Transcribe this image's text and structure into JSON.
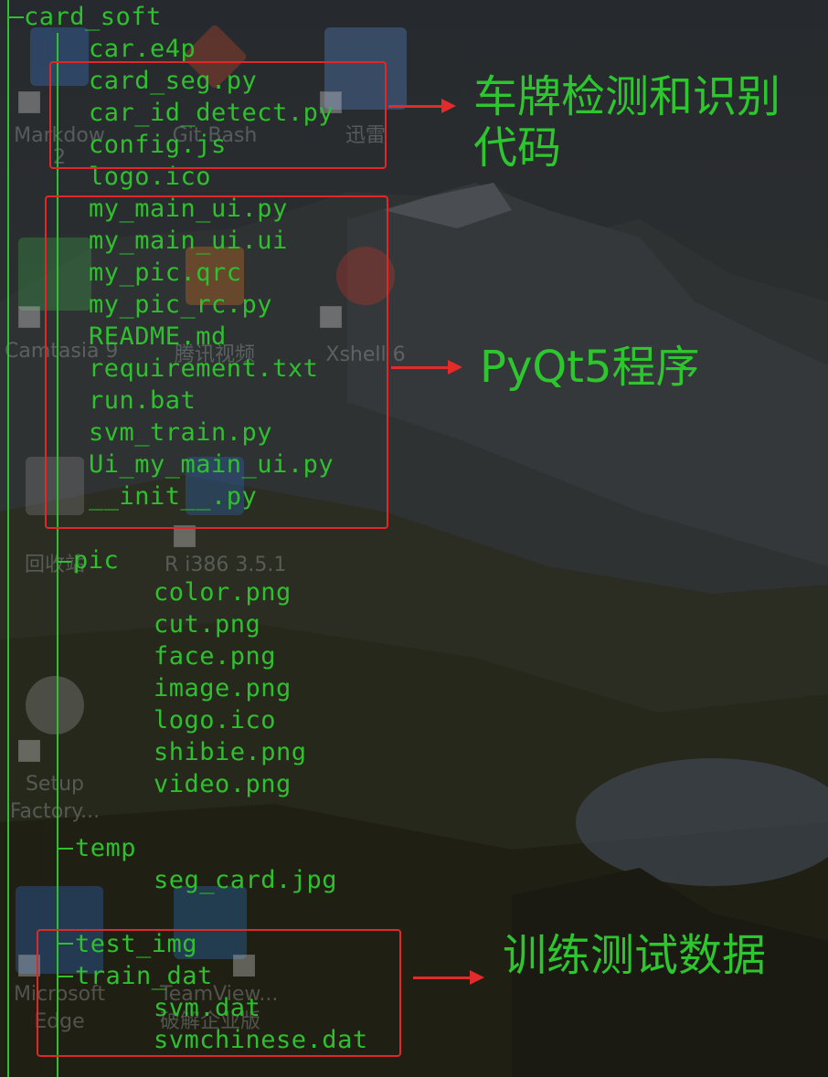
{
  "desktop_icons": [
    {
      "label": "Markdow",
      "sub": "2",
      "color": "#3a7bd5"
    },
    {
      "label": "Git Bash",
      "color": "#d04a2a"
    },
    {
      "label": "迅雷",
      "color": "#5c8fd6"
    },
    {
      "label": "Camtasia 9",
      "color": "#3aa84a"
    },
    {
      "label": "腾讯视频",
      "color": "#e07a20"
    },
    {
      "label": "Xshell 6",
      "color": "#c8342a"
    },
    {
      "label": "回收站",
      "color": "#888888"
    },
    {
      "label": "R i386 3.5.1",
      "color": "#2a6fc0"
    },
    {
      "label": "Setup",
      "sub": "Factory...",
      "color": "#9a9a9a"
    },
    {
      "label": "Microsoft",
      "sub": "Edge",
      "color": "#2c74d8"
    },
    {
      "label": "TeamView...",
      "sub": "破解企业版",
      "color": "#2b7bd0"
    }
  ],
  "tree": {
    "root": "card_soft",
    "root_files": [
      "car.e4p",
      "card_seg.py",
      "car_id_detect.py",
      "config.js",
      "logo.ico",
      "my_main_ui.py",
      "my_main_ui.ui",
      "my_pic.qrc",
      "my_pic_rc.py",
      "README.md",
      "requirement.txt",
      "run.bat",
      "svm_train.py",
      "Ui_my_main_ui.py",
      "__init__.py"
    ],
    "pic_folder": "pic",
    "pic_files": [
      "color.png",
      "cut.png",
      "face.png",
      "image.png",
      "logo.ico",
      "shibie.png",
      "video.png"
    ],
    "temp_folder": "temp",
    "temp_files": [
      "seg_card.jpg"
    ],
    "test_folder": "test_img",
    "train_folder": "train_dat",
    "train_files": [
      "svm.dat",
      "svmchinese.dat"
    ]
  },
  "annotations": {
    "detect_label": "车牌检测和识别代码",
    "pyqt_label": "PyQt5程序",
    "data_label": "训练测试数据"
  },
  "colors": {
    "tree_text": "#2fbf2f",
    "annotation_box": "#e02828",
    "annotation_text": "#2ec62e"
  }
}
